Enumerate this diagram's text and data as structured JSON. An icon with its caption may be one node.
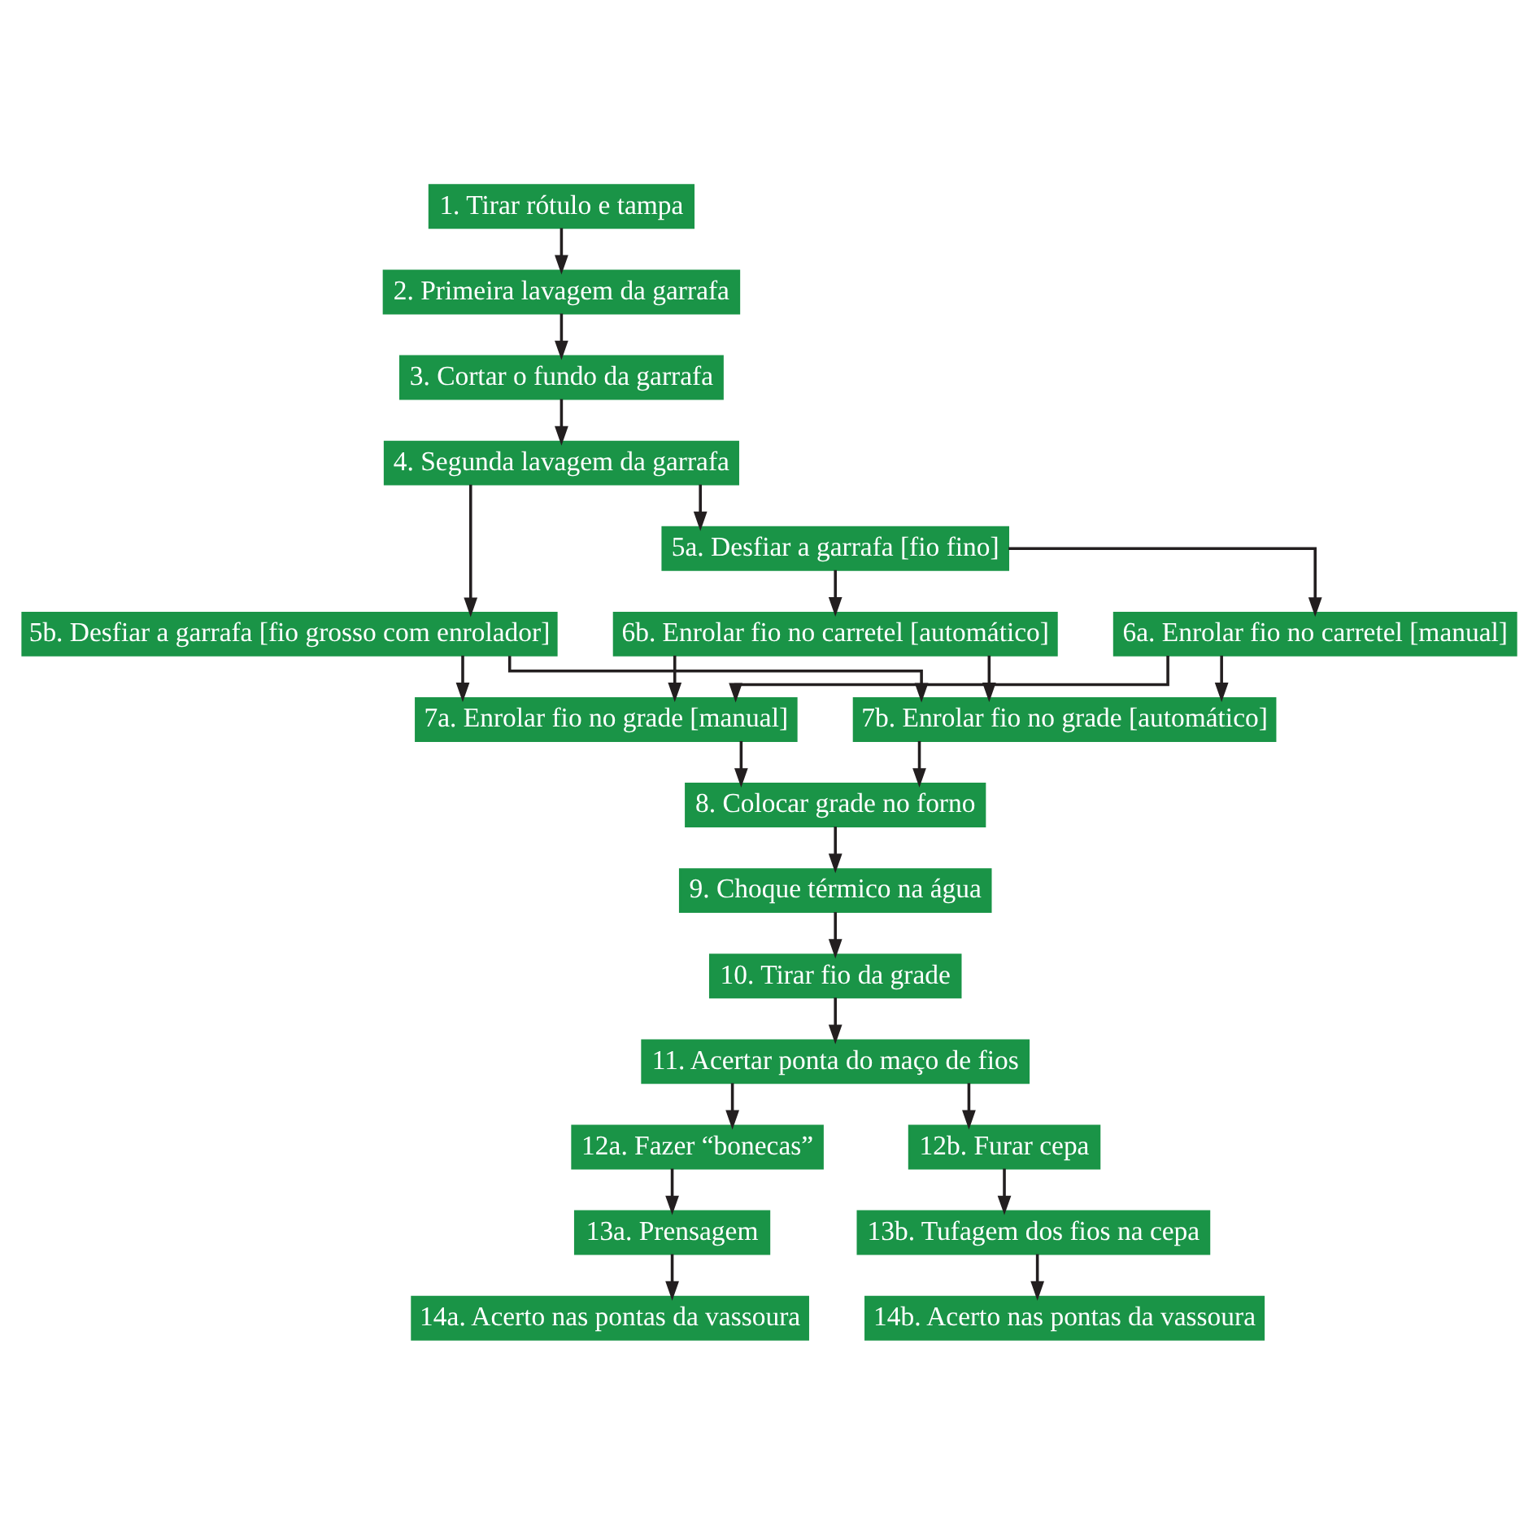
{
  "diagram": {
    "nodes": [
      {
        "text": [
          "1. Tirar rótulo e tampa"
        ]
      },
      {
        "text": [
          "2. Primeira lavagem da garrafa"
        ]
      },
      {
        "text": [
          "3. Cortar o fundo da garrafa"
        ]
      },
      {
        "text": [
          "4. Segunda lavagem da garrafa"
        ]
      },
      {
        "text": [
          "5a. Desfiar a garrafa [fio fino]"
        ]
      },
      {
        "text": [
          "5b. Desfiar a garrafa [fio grosso com enrolador]"
        ]
      },
      {
        "text": [
          "6a. Enrolar fio no carretel [manual]"
        ]
      },
      {
        "text": [
          "6b. Enrolar fio no carretel [automático]"
        ]
      },
      {
        "text": [
          "7a. Enrolar fio no grade [manual]"
        ]
      },
      {
        "text": [
          "7b. Enrolar fio no grade [automático]"
        ]
      },
      {
        "text": [
          "8. Colocar grade no forno"
        ]
      },
      {
        "text": [
          "9. Choque térmico na água"
        ]
      },
      {
        "text": [
          "10. Tirar fio da grade"
        ]
      },
      {
        "text": [
          "11. Acertar ponta do maço de fios"
        ]
      },
      {
        "text": [
          "12a. Fazer “bonecas”"
        ]
      },
      {
        "text": [
          "12b. Furar cepa"
        ]
      },
      {
        "text": [
          "13a. Prensagem"
        ]
      },
      {
        "text": [
          "13b. Tufagem dos fios na cepa"
        ]
      },
      {
        "text": [
          "14a. Acerto nas pontas da vassoura"
        ]
      },
      {
        "text": [
          "14b. Acerto nas pontas da vassoura"
        ]
      }
    ],
    "edges": [
      {
        "from": 0,
        "to": 1,
        "arrow": "to"
      },
      {
        "from": 1,
        "to": 2,
        "arrow": "to"
      },
      {
        "from": 2,
        "to": 3,
        "arrow": "to"
      },
      {
        "from": 3,
        "to": 4,
        "arrow": "to"
      },
      {
        "from": 3,
        "to": 5,
        "arrow": "to"
      },
      {
        "from": 4,
        "to": 6,
        "arrow": "to"
      },
      {
        "from": 4,
        "to": 7,
        "arrow": "to"
      },
      {
        "from": 6,
        "to": 8,
        "arrow": "to"
      },
      {
        "from": 6,
        "to": 9,
        "arrow": "to"
      },
      {
        "from": 7,
        "to": 8,
        "arrow": "to"
      },
      {
        "from": 7,
        "to": 9,
        "arrow": "to"
      },
      {
        "from": 5,
        "to": 8,
        "arrow": "to"
      },
      {
        "from": 5,
        "to": 9,
        "arrow": "to"
      },
      {
        "from": 8,
        "to": 10,
        "arrow": "to"
      },
      {
        "from": 9,
        "to": 10,
        "arrow": "to"
      },
      {
        "from": 10,
        "to": 11,
        "arrow": "to"
      },
      {
        "from": 11,
        "to": 12,
        "arrow": "to"
      },
      {
        "from": 12,
        "to": 13,
        "arrow": "to"
      },
      {
        "from": 13,
        "to": 14,
        "arrow": "to"
      },
      {
        "from": 13,
        "to": 15,
        "arrow": "to"
      },
      {
        "from": 14,
        "to": 16,
        "arrow": "to"
      },
      {
        "from": 15,
        "to": 17,
        "arrow": "to"
      },
      {
        "from": 16,
        "to": 18,
        "arrow": "to"
      },
      {
        "from": 17,
        "to": 19,
        "arrow": "to"
      }
    ]
  }
}
